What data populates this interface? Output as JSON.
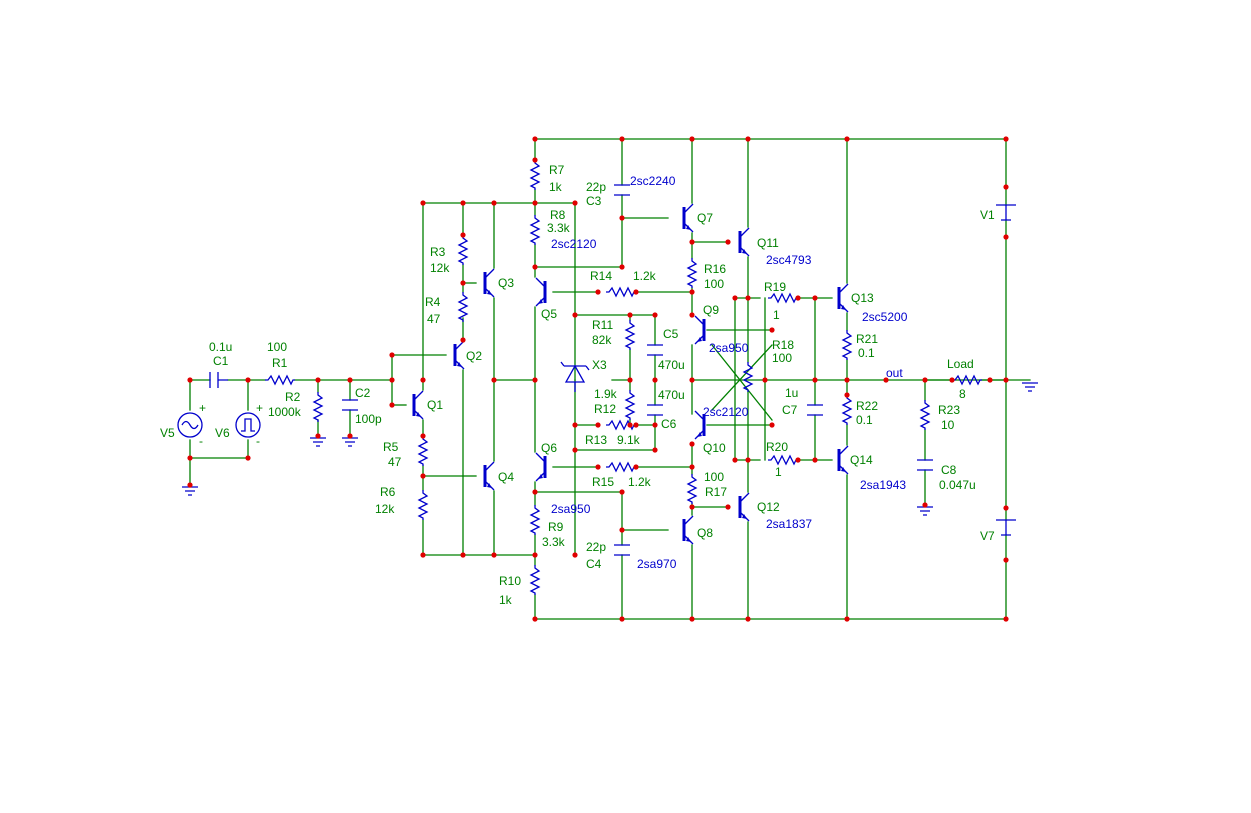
{
  "components": {
    "V5": {
      "name": "V5"
    },
    "V6": {
      "name": "V6"
    },
    "C1": {
      "name": "C1",
      "value": "0.1u"
    },
    "R1": {
      "name": "R1",
      "value": "100"
    },
    "R2": {
      "name": "R2",
      "value": "1000k"
    },
    "C2": {
      "name": "C2",
      "value": "100p"
    },
    "Q1": {
      "name": "Q1"
    },
    "Q2": {
      "name": "Q2"
    },
    "Q3": {
      "name": "Q3"
    },
    "Q4": {
      "name": "Q4"
    },
    "R3": {
      "name": "R3",
      "value": "12k"
    },
    "R4": {
      "name": "R4",
      "value": "47"
    },
    "R5": {
      "name": "R5",
      "value": "47"
    },
    "R6": {
      "name": "R6",
      "value": "12k"
    },
    "R7": {
      "name": "R7",
      "value": "1k"
    },
    "R8": {
      "name": "R8",
      "value": "3.3k"
    },
    "R9": {
      "name": "R9",
      "value": "3.3k"
    },
    "R10": {
      "name": "R10",
      "value": "1k"
    },
    "Q5": {
      "name": "Q5",
      "model": "2sc2120"
    },
    "Q6": {
      "name": "Q6",
      "model": "2sa950"
    },
    "C3": {
      "name": "C3",
      "value": "22p"
    },
    "C4": {
      "name": "C4",
      "value": "22p"
    },
    "Q7": {
      "name": "Q7",
      "model": "2sc2240"
    },
    "Q8": {
      "name": "Q8",
      "model": "2sa970"
    },
    "R14": {
      "name": "R14",
      "value": "1.2k"
    },
    "R15": {
      "name": "R15",
      "value": "1.2k"
    },
    "R11": {
      "name": "R11",
      "value": "82k"
    },
    "R12": {
      "name": "R12",
      "value": "1.9k"
    },
    "R13": {
      "name": "R13",
      "value": "9.1k"
    },
    "C5": {
      "name": "C5",
      "value": "470u"
    },
    "C6": {
      "name": "C6",
      "value": "470u"
    },
    "X3": {
      "name": "X3"
    },
    "R16": {
      "name": "R16",
      "value": "100"
    },
    "R17": {
      "name": "R17",
      "value": "100"
    },
    "Q9": {
      "name": "Q9",
      "model": "2sa950"
    },
    "Q10": {
      "name": "Q10",
      "model": "2sc2120"
    },
    "Q11": {
      "name": "Q11",
      "model": "2sc4793"
    },
    "Q12": {
      "name": "Q12",
      "model": "2sa1837"
    },
    "R18": {
      "name": "R18",
      "value": "100"
    },
    "R19": {
      "name": "R19",
      "value": "1"
    },
    "R20": {
      "name": "R20",
      "value": "1"
    },
    "C7": {
      "name": "C7",
      "value": "1u"
    },
    "Q13": {
      "name": "Q13",
      "model": "2sc5200"
    },
    "Q14": {
      "name": "Q14",
      "model": "2sa1943"
    },
    "R21": {
      "name": "R21",
      "value": "0.1"
    },
    "R22": {
      "name": "R22",
      "value": "0.1"
    },
    "R23": {
      "name": "R23",
      "value": "10"
    },
    "C8": {
      "name": "C8",
      "value": "0.047u"
    },
    "Load": {
      "name": "Load",
      "value": "8"
    },
    "V1": {
      "name": "V1"
    },
    "V7": {
      "name": "V7"
    }
  },
  "nets": {
    "out": "out"
  },
  "colors": {
    "wire": "#008000",
    "component": "#0000cc",
    "junction": "#e00000",
    "background": "#ffffff"
  }
}
